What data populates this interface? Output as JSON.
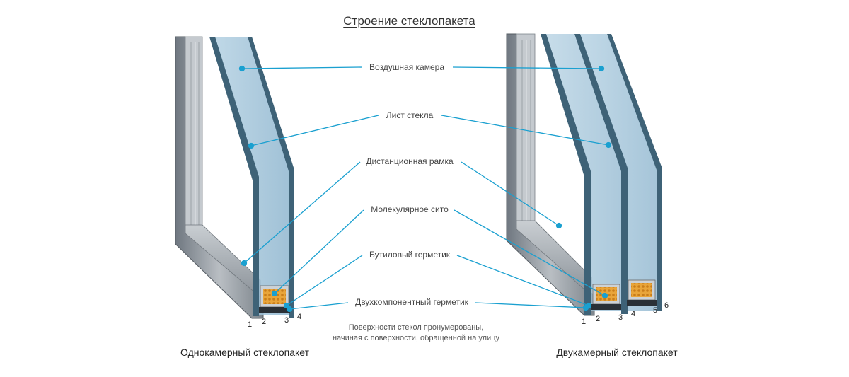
{
  "title": "Строение стеклопакета",
  "labels": {
    "air_chamber": "Воздушная камера",
    "glass_sheet": "Лист стекла",
    "spacer_frame": "Дистанционная рамка",
    "molecular_sieve": "Молекулярное сито",
    "butyl_sealant": "Бутиловый герметик",
    "two_component_sealant": "Двухкомпонентный герметик"
  },
  "note_lines": [
    "Поверхности стекол пронумерованы,",
    "начиная с поверхности, обращенной на улицу"
  ],
  "left_unit": {
    "caption": "Однокамерный стеклопакет",
    "surface_numbers": [
      "1",
      "2",
      "3",
      "4"
    ]
  },
  "right_unit": {
    "caption": "Двукамерный стеклопакет",
    "surface_numbers": [
      "1",
      "2",
      "3",
      "4",
      "5",
      "6"
    ]
  },
  "colors": {
    "leader": "#1aa0d0",
    "glass_pane": "#9fc3da",
    "glass_edge": "#3a5a70",
    "frame": "#8a9096",
    "sieve": "#e0a030",
    "sealant": "#2a3036"
  }
}
